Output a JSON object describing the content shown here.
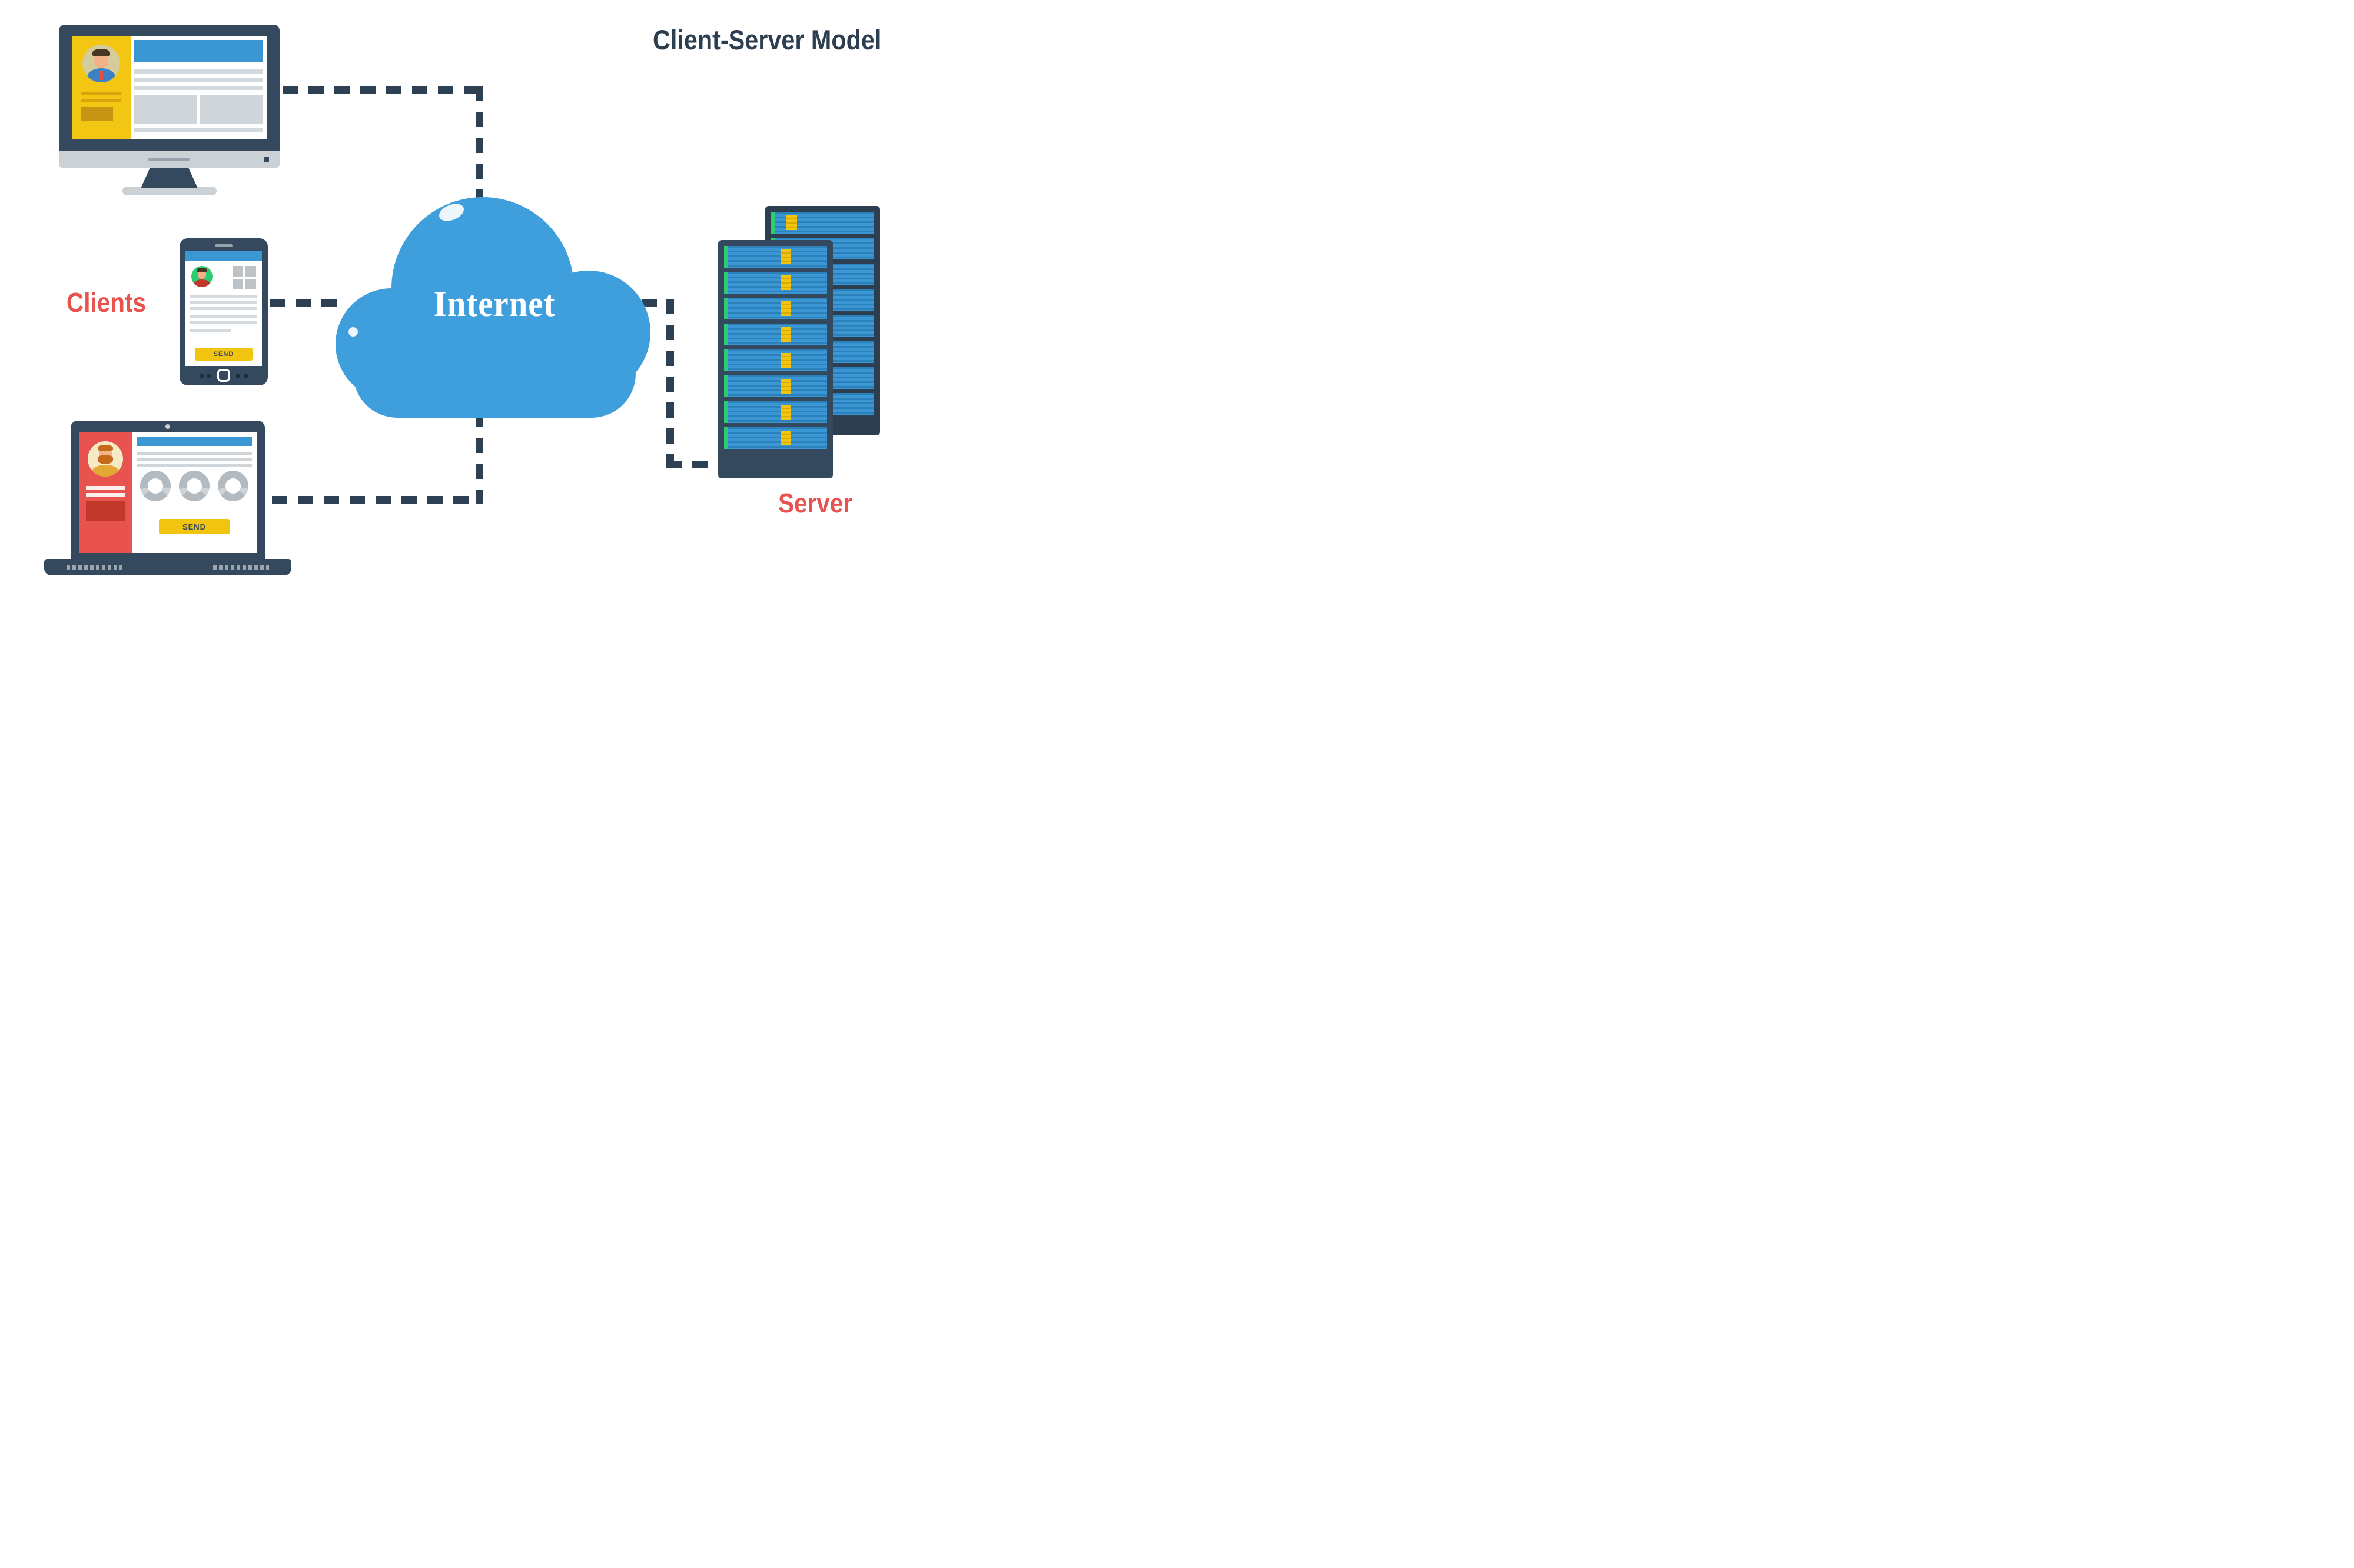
{
  "title": "Client-Server Model",
  "labels": {
    "clients": "Clients",
    "server": "Server"
  },
  "cloud": {
    "label": "Internet"
  },
  "devices": {
    "desktop": {
      "kind": "desktop-computer"
    },
    "phone": {
      "kind": "smartphone",
      "send_button": "SEND"
    },
    "laptop": {
      "kind": "laptop",
      "send_button": "SEND"
    }
  },
  "server_racks": {
    "count": 2,
    "units_per_rack": 8
  },
  "connections": [
    {
      "from": "desktop",
      "to": "internet"
    },
    {
      "from": "phone",
      "to": "internet"
    },
    {
      "from": "laptop",
      "to": "internet"
    },
    {
      "from": "internet",
      "to": "server"
    }
  ],
  "colors": {
    "navy": "#34495e",
    "dark_navy": "#2c3e50",
    "line_navy": "#2e4053",
    "accent_blue": "#3b97d3",
    "cloud_blue": "#3f9edc",
    "yellow": "#f1c40f",
    "panel_gold": "#f3c613",
    "label_red": "#e8534f",
    "dark_red": "#c0392b",
    "silver": "#ccd1d6",
    "line_grey": "#d4d9dd",
    "green": "#2ecc71"
  }
}
